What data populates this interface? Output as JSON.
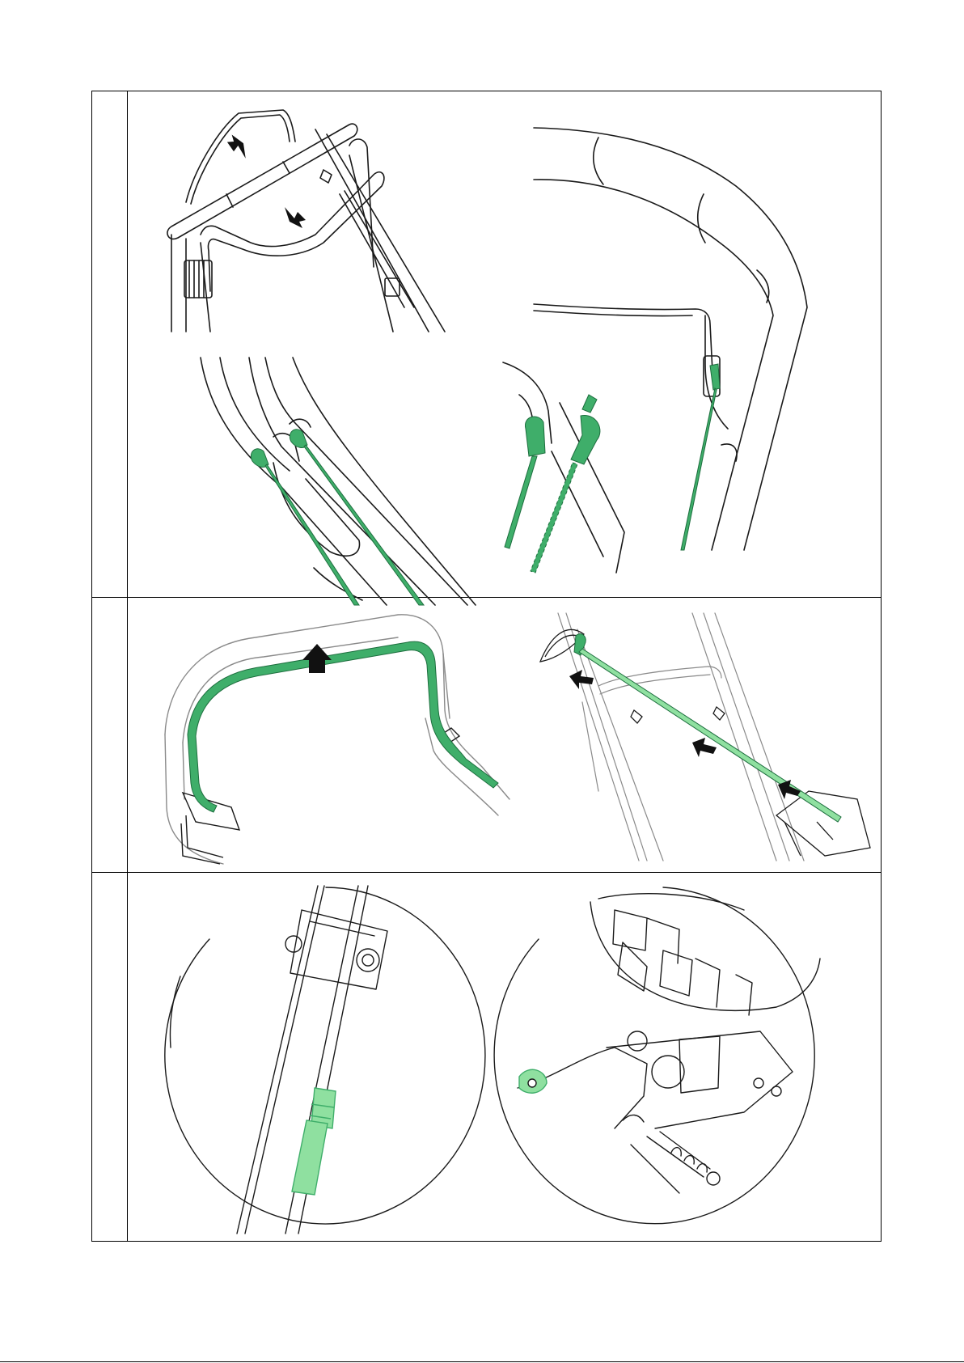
{
  "document": {
    "steps": [
      {
        "number": "",
        "panels": [
          "handle-folding-overview",
          "cable-clip-detail-upper",
          "cable-clip-detail-lower",
          "cable-end-closeup"
        ]
      },
      {
        "number": "",
        "panels": [
          "cable-routing-top-handle",
          "cable-routing-to-engine"
        ]
      },
      {
        "number": "",
        "panels": [
          "cable-sleeve-closeup",
          "cable-end-engine-closeup"
        ]
      }
    ],
    "colors": {
      "line": "#1a1a1a",
      "cable_green": "#3fae6a",
      "cable_green_light": "#8fe0a0",
      "arrow": "#111111"
    }
  }
}
